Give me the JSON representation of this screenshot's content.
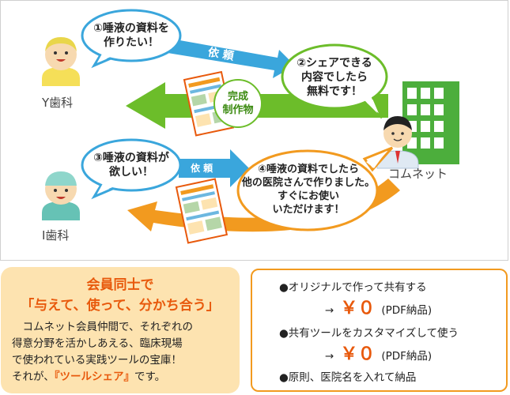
{
  "diagram": {
    "y_clinic_label": "Y歯科",
    "i_clinic_label": "I歯科",
    "company_label": "コムネット",
    "bubble1": "①唾液の資料を\n作りたい！",
    "bubble2": "②シェアできる\n内容でしたら\n無料です！",
    "bubble3": "③唾液の資料が\n欲しい！",
    "bubble4": "④唾液の資料でしたら\n他の医院さんで作りました。\nすぐにお使い\nいただけます！",
    "arrow_request_1": "依 頼",
    "arrow_request_2": "依 頼",
    "completed_label": "完成\n制作物",
    "colors": {
      "blue_arrow": "#3aa6dc",
      "green_arrow": "#6cbd2a",
      "orange_arrow": "#f29a1f",
      "building": "#4cae3c"
    }
  },
  "summary": {
    "title_line1": "会員同士で",
    "title_line2": "「与えて、使って、分かち合う」",
    "body": "　コムネット会員仲間で、それぞれの\n得意分野を活かしあえる、臨床現場\nで使われている実践ツールの宝庫！\nそれが、",
    "body_highlight": "『ツールシェア』",
    "body_end": "です。"
  },
  "conditions": {
    "item1": "●オリジナルで作って共有する",
    "item1_arrow": "→",
    "item1_price": "￥０",
    "item1_note": "(PDF納品)",
    "item2": "●共有ツールをカスタマイズして使う",
    "item2_arrow": "→",
    "item2_price": "￥０",
    "item2_note": "(PDF納品)",
    "item3": "●原則、医院名を入れて納品"
  }
}
